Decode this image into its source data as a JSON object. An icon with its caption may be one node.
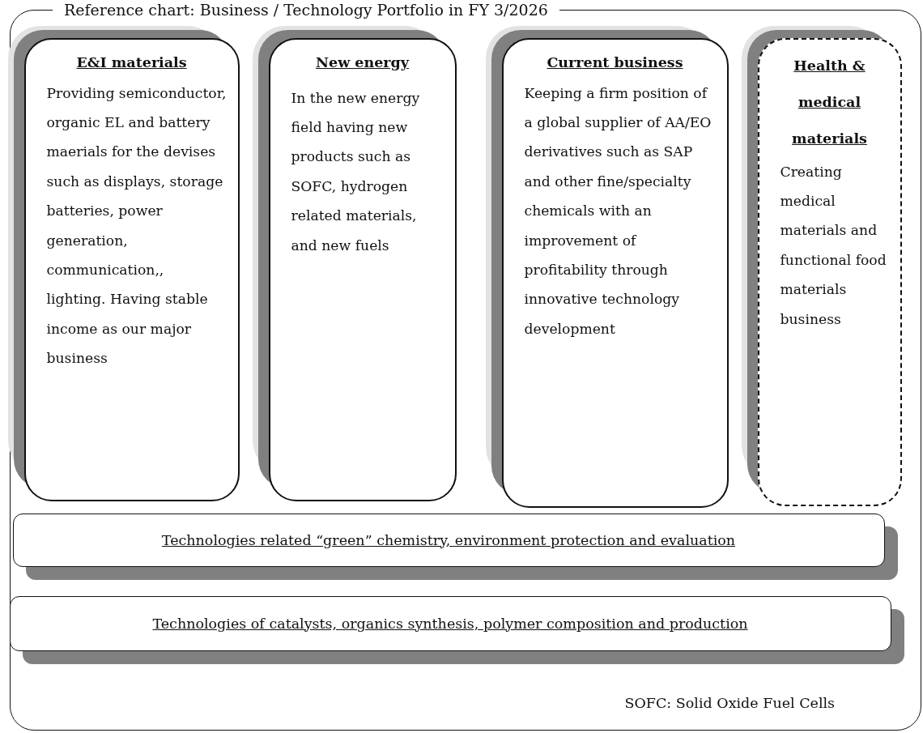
{
  "diagram": {
    "nodes": [
      {
        "text": [
          "Reference chart: Business / Technology Portfolio in FY 3/2026"
        ]
      },
      {
        "text": [
          "E&I materials",
          "Providing semiconductor, organic EL and battery maerials for the devises such as displays, storage batteries, power generation, communication,, lighting. Having stable income as our major business"
        ],
        "in": 0
      },
      {
        "text": [
          "New energy",
          "In the new energy field having new products such as SOFC, hydrogen related materials, and new fuels"
        ],
        "in": 0
      },
      {
        "text": [
          "Current business",
          "Keeping a firm position of a global supplier of AA/EO derivatives such as SAP and other fine/specialty chemicals with an improvement of profitability through innovative technology development"
        ],
        "in": 0
      },
      {
        "text": [
          "Health & medical materials",
          "Creating medical materials and functional food materials business"
        ],
        "in": 0
      },
      {
        "text": [
          "Technologies related “green” chemistry, environment protection and evaluation"
        ],
        "in": 0
      },
      {
        "text": [
          "Technologies of catalysts, organics synthesis, polymer composition and production"
        ],
        "in": 0
      }
    ],
    "edges": [],
    "labels": [
      "SOFC: Solid Oxide Fuel Cells"
    ]
  }
}
